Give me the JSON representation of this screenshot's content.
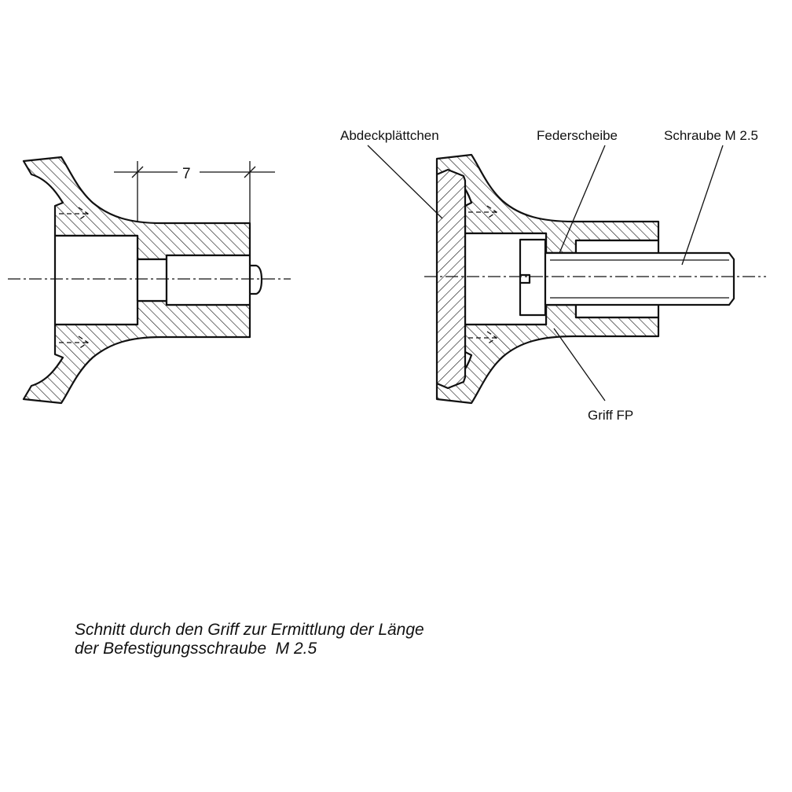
{
  "diagram": {
    "dimension_label": "7",
    "labels": {
      "cover_plate": "Abdeckplättchen",
      "spring_washer": "Federscheibe",
      "screw": "Schraube M 2.5",
      "handle": "Griff FP"
    }
  },
  "caption": {
    "line1": "Schnitt durch den Griff zur Ermittlung der Länge",
    "line2": "der Befestigungsschraube  M 2.5"
  }
}
